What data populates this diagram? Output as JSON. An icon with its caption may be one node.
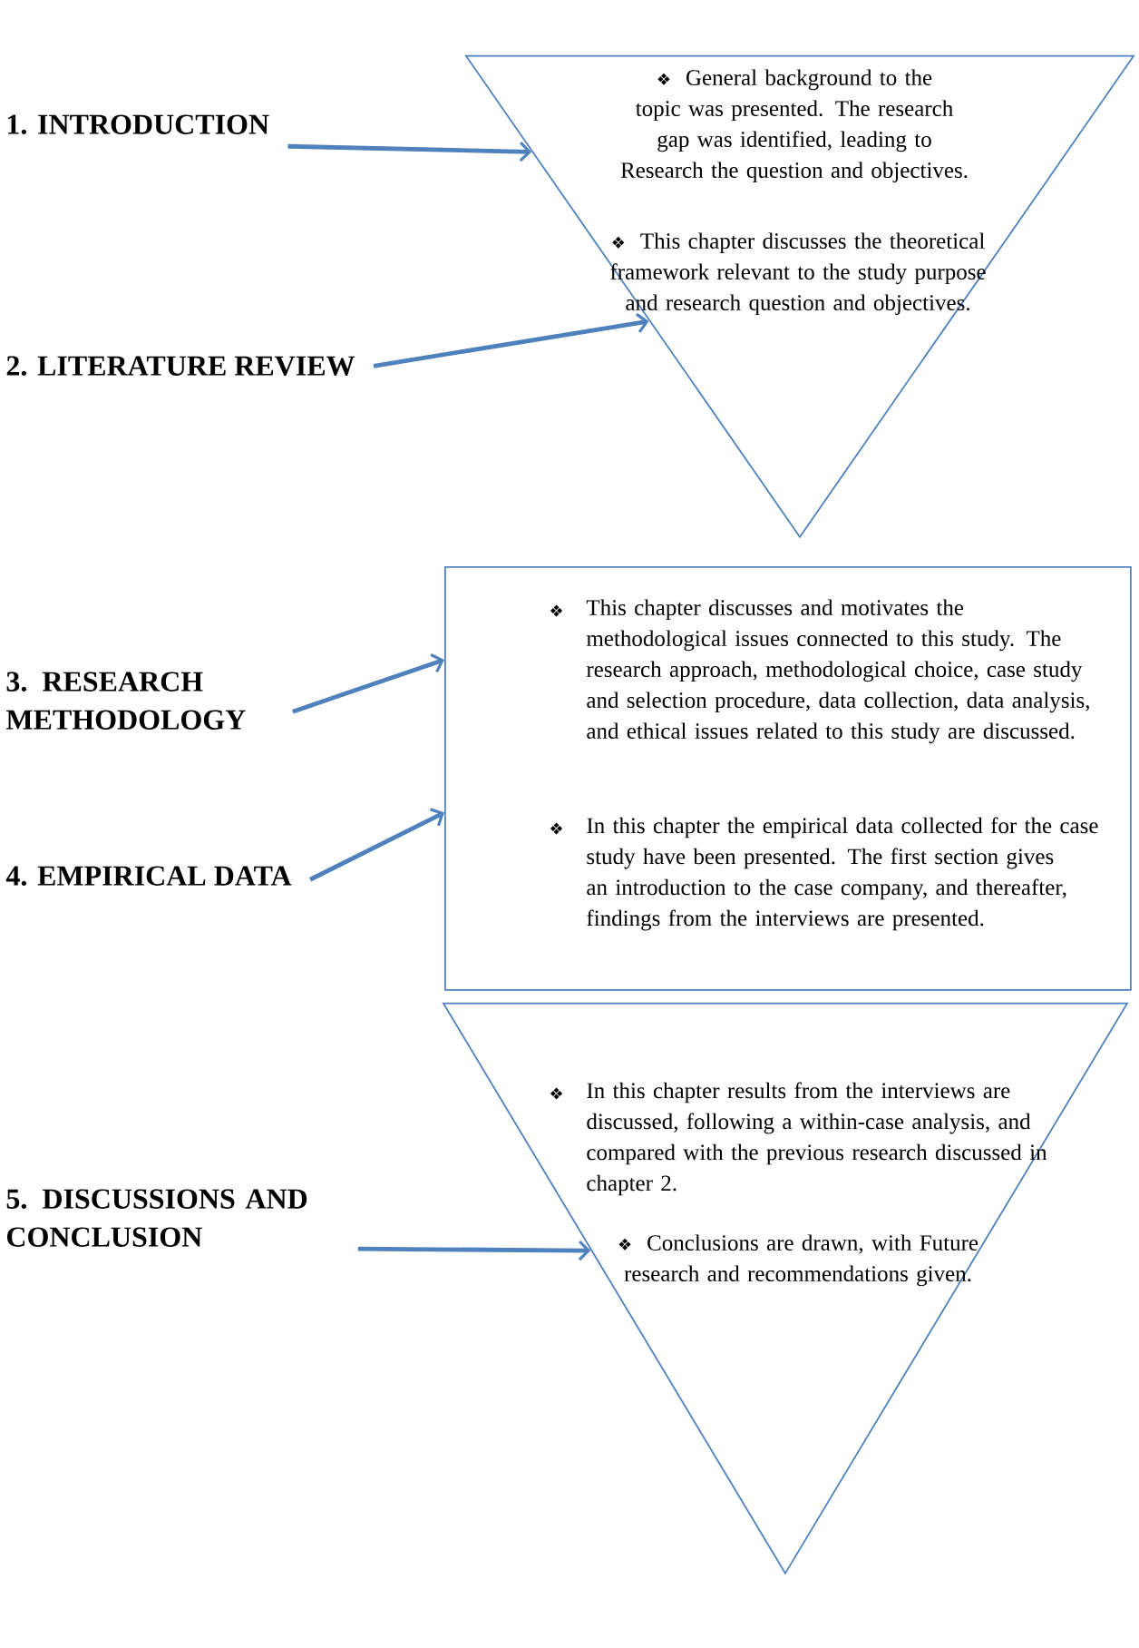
{
  "diagram": {
    "nodes": [
      {
        "text": [
          "1. INTRODUCTION"
        ]
      },
      {
        "text": [
          "General background to the topic was presented. The research gap was identified, leading to Research the question and objectives.",
          "This chapter discusses the theoretical framework relevant to the study purpose and research question and objectives."
        ]
      },
      {
        "text": [
          "2. LITERATURE REVIEW"
        ]
      },
      {
        "text": [
          "3. RESEARCH METHODOLOGY"
        ]
      },
      {
        "text": [
          "This chapter discusses and motivates the methodological issues connected to this study. The research approach, methodological choice, case study and selection procedure, data collection, data analysis, and ethical issues related to this study are discussed.",
          "In this chapter the empirical data collected for the case study have been presented. The first section gives an introduction to the case company, and thereafter, findings from the interviews are presented."
        ]
      },
      {
        "text": [
          "4. EMPIRICAL DATA"
        ]
      },
      {
        "text": [
          "5. DISCUSSIONS AND CONCLUSION"
        ]
      },
      {
        "text": [
          "In this chapter results from the interviews are discussed, following a within-case analysis, and compared with the previous research discussed in chapter 2.",
          "Conclusions are drawn, with Future research and recommendations given."
        ]
      }
    ],
    "edges": [
      {
        "from": 0,
        "to": 1,
        "arrow": "to"
      },
      {
        "from": 2,
        "to": 1,
        "arrow": "to"
      },
      {
        "from": 3,
        "to": 4,
        "arrow": "to"
      },
      {
        "from": 5,
        "to": 4,
        "arrow": "to"
      },
      {
        "from": 6,
        "to": 7,
        "arrow": "to"
      }
    ],
    "labels": [
      "❖",
      "❖",
      "❖",
      "❖",
      "❖",
      "❖"
    ]
  }
}
